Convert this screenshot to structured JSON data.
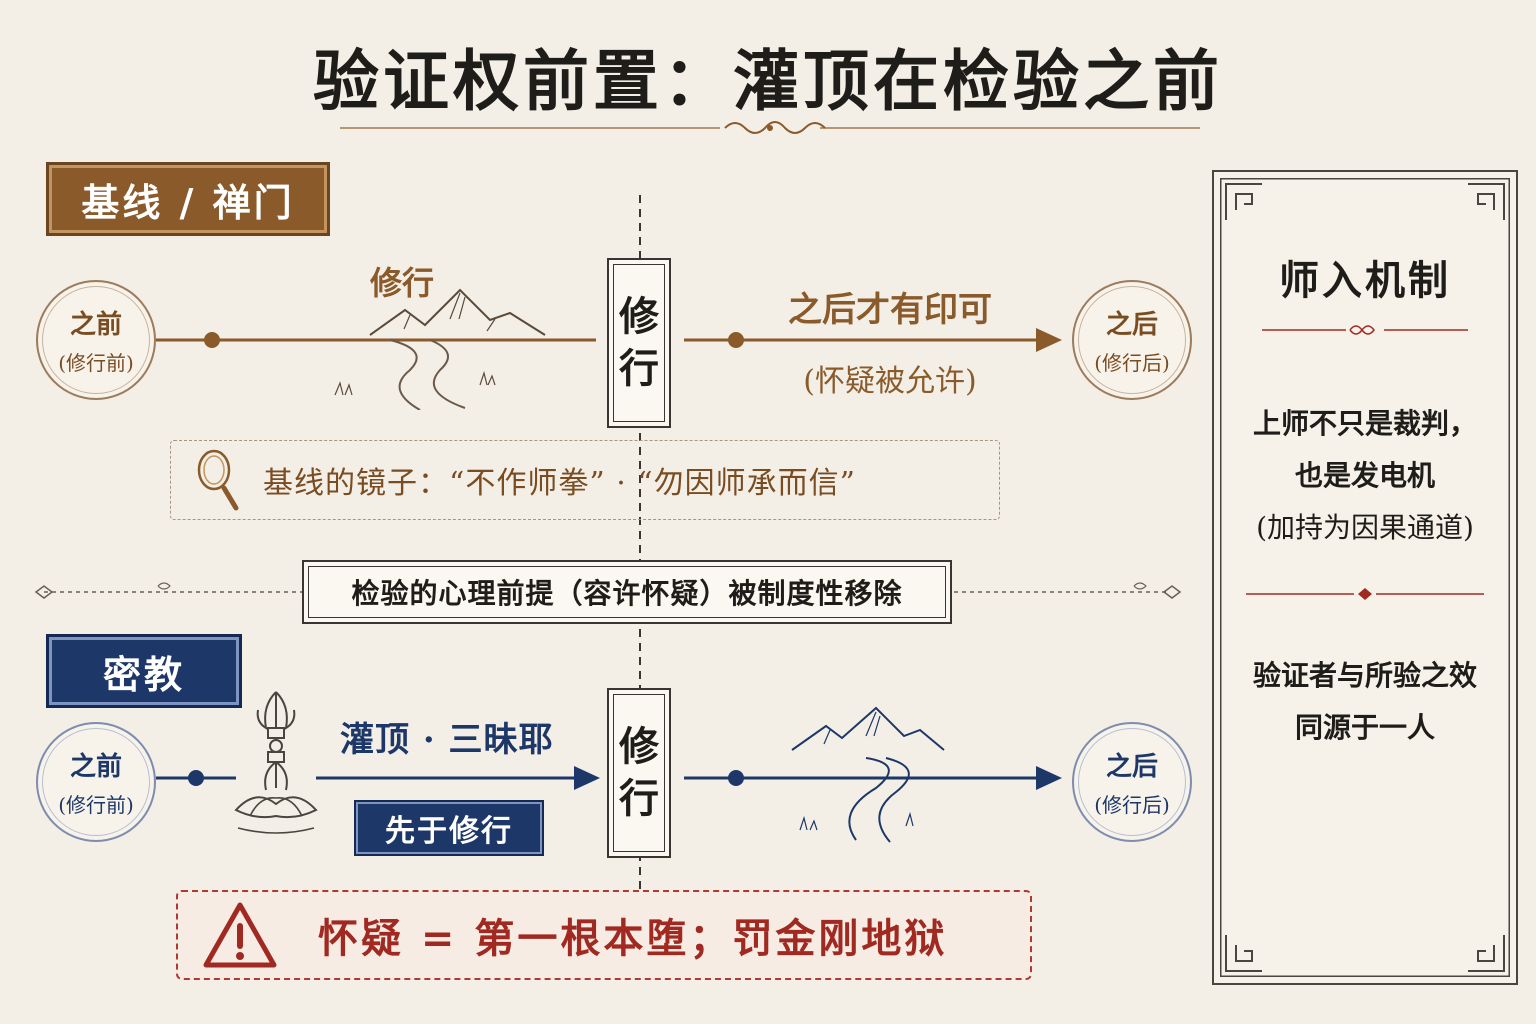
{
  "title": "验证权前置：灌顶在检验之前",
  "chan": {
    "badge": "基线 / 禅门",
    "before": {
      "big": "之前",
      "small": "(修行前)"
    },
    "after": {
      "big": "之后",
      "small": "(修行后)"
    },
    "practice_label": "修行",
    "scroll": [
      "修",
      "行"
    ],
    "seal_label": "之后才有印可",
    "seal_sub": "(怀疑被允许)",
    "mirror_text": "基线的镜子：“不作师拳” · “勿因师承而信”"
  },
  "middle": {
    "text": "检验的心理前提（容许怀疑）被制度性移除"
  },
  "tantra": {
    "badge": "密教",
    "before": {
      "big": "之前",
      "small": "(修行前)"
    },
    "after": {
      "big": "之后",
      "small": "(修行后)"
    },
    "empowerment_label": "灌顶 · 三昧耶",
    "first_badge": "先于修行",
    "scroll": [
      "修",
      "行"
    ]
  },
  "warning": {
    "text": "怀疑 = 第一根本堕；罚金刚地狱"
  },
  "panel": {
    "title": "师入机制",
    "text1_lines": [
      "上师不只是裁判，",
      "也是发电机",
      "(加持为因果通道)"
    ],
    "text2_lines": [
      "验证者与所验之效",
      "同源于一人"
    ]
  },
  "colors": {
    "brown": "#8a5a2b",
    "navy": "#1d3768",
    "red": "#a02a22",
    "paper": "#f3efe6"
  }
}
